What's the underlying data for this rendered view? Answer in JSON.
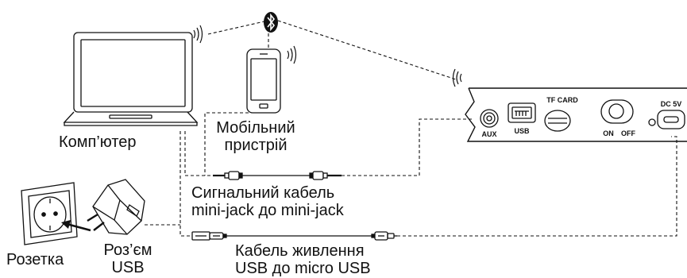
{
  "labels": {
    "computer": "Комп’ютер",
    "mobile_line1": "Мобільний",
    "mobile_line2": "пристрій",
    "signal_cable_line1": "Сигнальний кабель",
    "signal_cable_line2": "mini-jack до mini-jack",
    "power_cable_line1": "Кабель живлення",
    "power_cable_line2": "USB до micro USB",
    "socket": "Розетка",
    "usb_adapter_line1": "Роз’єм",
    "usb_adapter_line2": "USB"
  },
  "device_ports": {
    "aux": "AUX",
    "usb": "USB",
    "tf_card": "TF CARD",
    "on": "ON",
    "off": "OFF",
    "dc": "DC 5V"
  },
  "icons": {
    "bluetooth": "bluetooth-icon",
    "wireless_waves": "wireless-waves-icon"
  }
}
